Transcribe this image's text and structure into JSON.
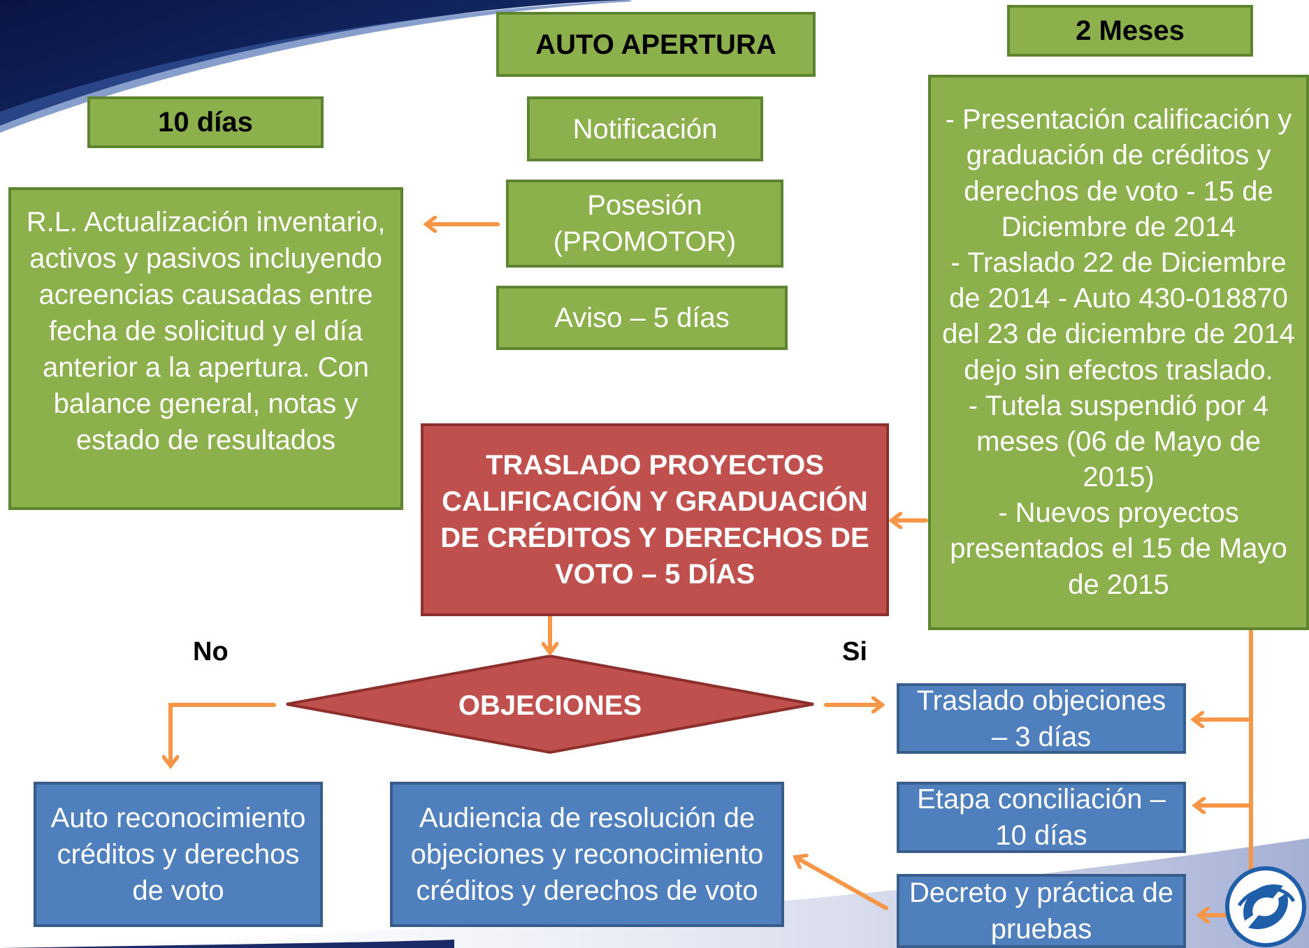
{
  "header": {
    "auto_apertura": "AUTO APERTURA",
    "dos_meses": "2 Meses",
    "diez_dias": "10 días"
  },
  "steps": {
    "notificacion": "Notificación",
    "posesion": "Posesión (PROMOTOR)",
    "aviso": "Aviso – 5 días",
    "rl_actualizacion": "R.L. Actualización inventario, activos y pasivos incluyendo acreencias causadas entre fecha de solicitud y el día anterior a la apertura.  Con balance general, notas y estado de resultados",
    "presentacion": "- Presentación calificación y graduación de créditos y derechos de voto - 15 de Diciembre de 2014\n- Traslado 22 de Diciembre de 2014 - Auto 430-018870 del 23 de diciembre de 2014 dejo sin efectos traslado.\n- Tutela suspendió por 4 meses (06 de Mayo de 2015)\n- Nuevos proyectos presentados el 15 de Mayo de 2015",
    "traslado_proyectos": "TRASLADO PROYECTOS CALIFICACIÓN Y GRADUACIÓN DE CRÉDITOS Y DERECHOS DE VOTO – 5 DÍAS",
    "objeciones": "OBJECIONES",
    "traslado_objeciones": "Traslado objeciones – 3 días",
    "etapa_conciliacion": "Etapa conciliación – 10 días",
    "decreto_pruebas": "Decreto y práctica de pruebas",
    "auto_reconocimiento": "Auto reconocimiento créditos y derechos de voto",
    "audiencia": "Audiencia  de resolución de objeciones y reconocimiento créditos y derechos de voto"
  },
  "branch_labels": {
    "no": "No",
    "si": "Si"
  },
  "colors": {
    "green": "#8cb04b",
    "red": "#c0504d",
    "blue": "#4f80bd",
    "arrow": "#f79646",
    "navy": "#0b1a4f"
  },
  "icons": {
    "logo": "supersociedades-logo"
  }
}
